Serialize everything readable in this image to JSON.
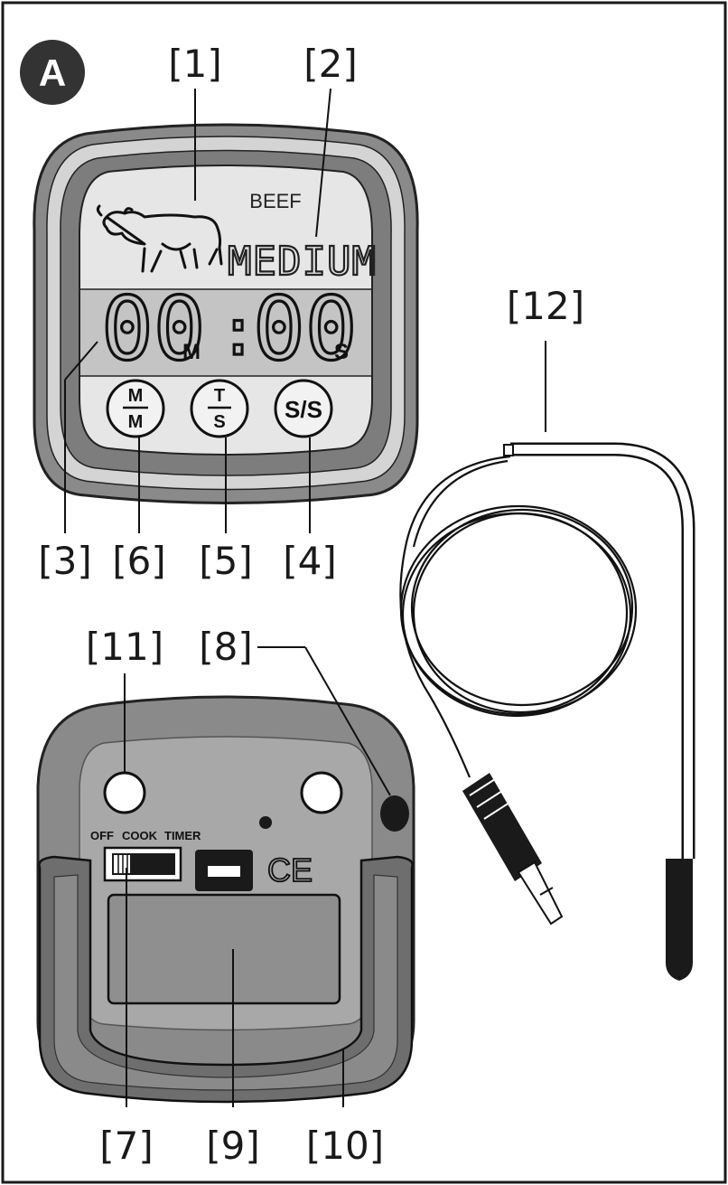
{
  "figure": {
    "badge": "A",
    "frame_color": "#1a1a1a"
  },
  "front_unit": {
    "food_label": "BEEF",
    "doneness_label": "MEDIUM",
    "minutes": "00",
    "minutes_unit": "M",
    "separator": ":",
    "seconds": "00",
    "seconds_unit": "S",
    "button_mm_top": "M",
    "button_mm_bottom": "M",
    "button_ts_top": "T",
    "button_ts_bottom": "S",
    "button_ss": "S/S",
    "food_icon": "cow-icon"
  },
  "back_unit": {
    "switch_labels": [
      "OFF",
      "COOK",
      "TIMER"
    ],
    "ce_mark": "CE"
  },
  "callouts": {
    "c1": "[1]",
    "c2": "[2]",
    "c3": "[3]",
    "c4": "[4]",
    "c5": "[5]",
    "c6": "[6]",
    "c7": "[7]",
    "c8": "[8]",
    "c9": "[9]",
    "c10": "[10]",
    "c11": "[11]",
    "c12": "[12]"
  },
  "colors": {
    "case_dark": "#8a8a8a",
    "case_light": "#d2d2d2",
    "screen": "#e6e6e6",
    "screen_band": "#c4c4c4",
    "ink": "#111111"
  }
}
